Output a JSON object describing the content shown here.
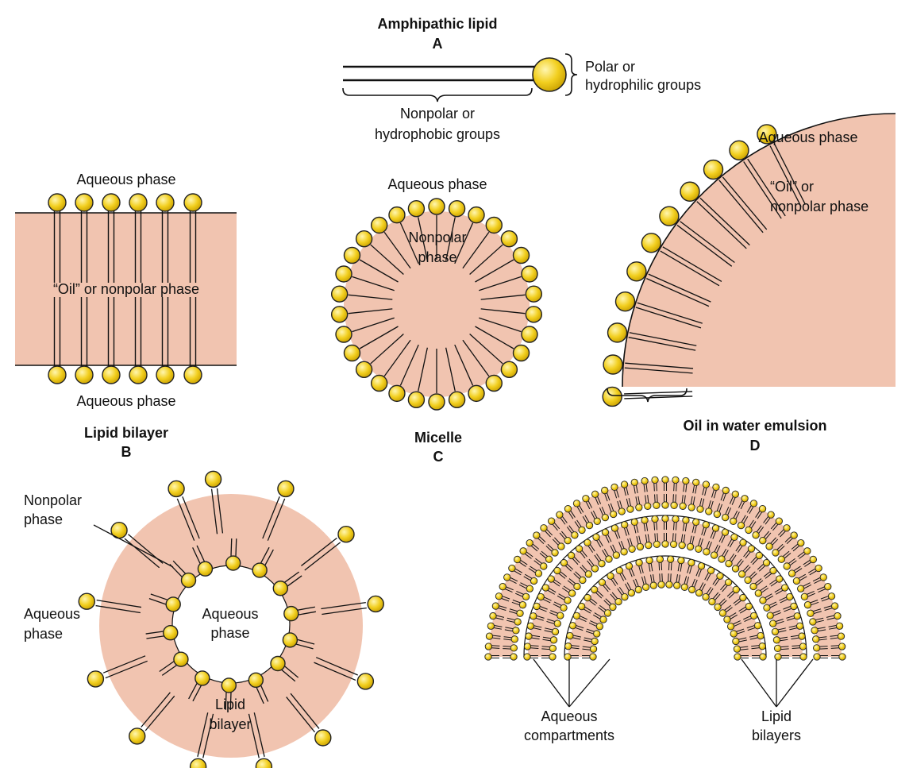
{
  "panel_a": {
    "title": "Amphipathic lipid",
    "letter": "A",
    "polar_label_1": "Polar or",
    "polar_label_2": "hydrophilic groups",
    "nonpolar_label_1": "Nonpolar or",
    "nonpolar_label_2": "hydrophobic groups"
  },
  "panel_b": {
    "top_label": "Aqueous phase",
    "middle_label": "“Oil” or nonpolar phase",
    "bottom_label": "Aqueous phase",
    "title": "Lipid bilayer",
    "letter": "B"
  },
  "panel_c": {
    "top_label": "Aqueous phase",
    "inner_label_1": "Nonpolar",
    "inner_label_2": "phase",
    "title": "Micelle",
    "letter": "C"
  },
  "panel_d": {
    "top_label": "Aqueous phase",
    "oil_label_1": "“Oil” or",
    "oil_label_2": "nonpolar phase",
    "title": "Oil in water emulsion",
    "letter": "D"
  },
  "panel_e": {
    "nonpolar_label_1": "Nonpolar",
    "nonpolar_label_2": "phase",
    "aqueous_outer_1": "Aqueous",
    "aqueous_outer_2": "phase",
    "aqueous_inner_1": "Aqueous",
    "aqueous_inner_2": "phase",
    "bilayer_label_1": "Lipid",
    "bilayer_label_2": "bilayer"
  },
  "panel_f": {
    "compartments_label_1": "Aqueous",
    "compartments_label_2": "compartments",
    "bilayers_label_1": "Lipid",
    "bilayers_label_2": "bilayers"
  },
  "colors": {
    "nonpolar_fill": "#f1c4b0",
    "head_fill": "#f2cf1f",
    "head_stroke": "#222222",
    "line": "#111111"
  }
}
